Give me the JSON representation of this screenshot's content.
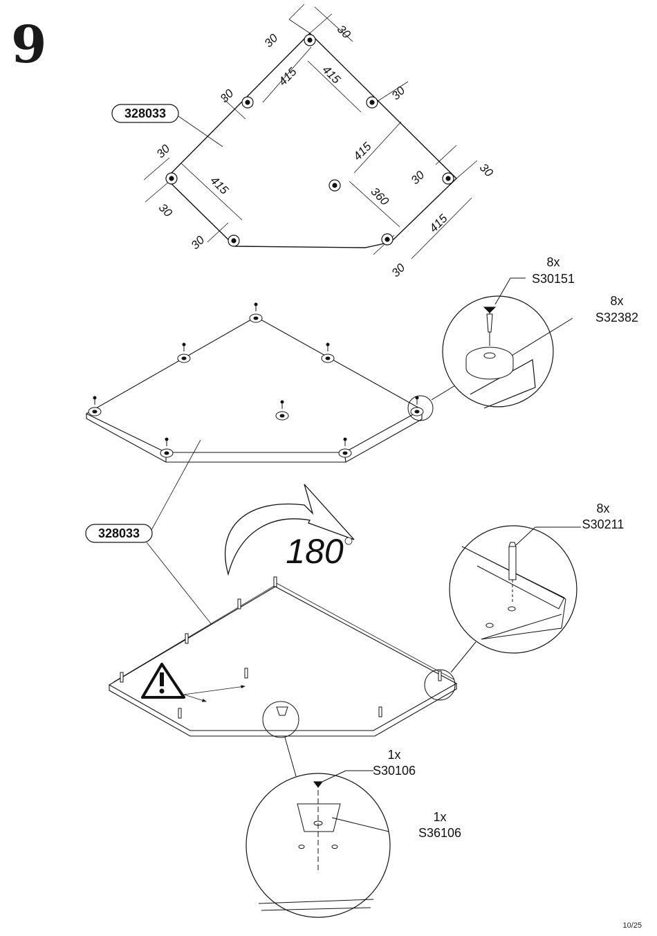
{
  "step_number": "9",
  "page_number": "10/25",
  "part_labels": [
    "328033",
    "328033"
  ],
  "dimensions": {
    "d30": "30",
    "d415": "415",
    "d360": "360"
  },
  "rotation_label": "180",
  "callouts": {
    "screw_foot": {
      "qty": "8x",
      "code": "S30151"
    },
    "foot_pad": {
      "qty": "8x",
      "code": "S32382"
    },
    "dowel": {
      "qty": "8x",
      "code": "S30211"
    },
    "hanger_screw": {
      "qty": "1x",
      "code": "S30106"
    },
    "hanger": {
      "qty": "1x",
      "code": "S36106"
    }
  },
  "icons": [
    "warning-icon",
    "rotate-arrow-icon"
  ]
}
